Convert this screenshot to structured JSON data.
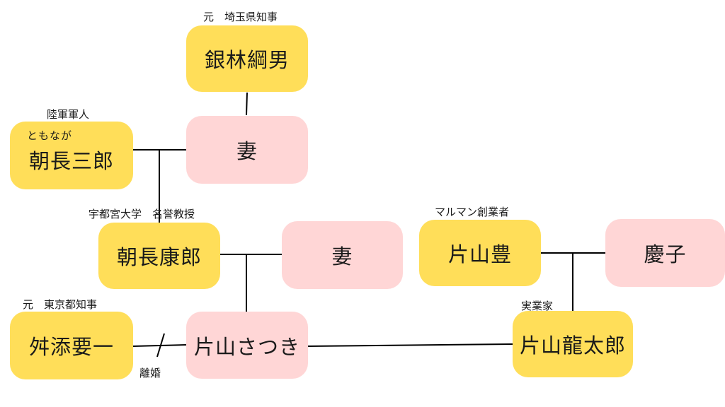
{
  "people": {
    "ginbayashi": "銀林綱男",
    "ginbayashi_wife": "妻",
    "asanaga_saburo": "朝長三郎",
    "asanaga_koro": "朝長康郎",
    "asanaga_wife": "妻",
    "katayama_yutaka": "片山豊",
    "keiko": "慶子",
    "katayama_satsuki": "片山さつき",
    "masuzoe": "舛添要一",
    "katayama_ryutaro": "片山龍太郎"
  },
  "captions": {
    "ginbayashi": "元　埼玉県知事",
    "asanaga_saburo": "陸軍軍人",
    "asanaga_saburo_ruby": "ともなが",
    "asanaga_koro": "宇都宮大学　名誉教授",
    "katayama_yutaka": "マルマン創業者",
    "masuzoe": "元　東京都知事",
    "katayama_ryutaro": "実業家",
    "divorce": "離婚"
  },
  "colors": {
    "male_box": "#FFDE59",
    "female_box": "#FFD6D6",
    "line": "#000000"
  }
}
